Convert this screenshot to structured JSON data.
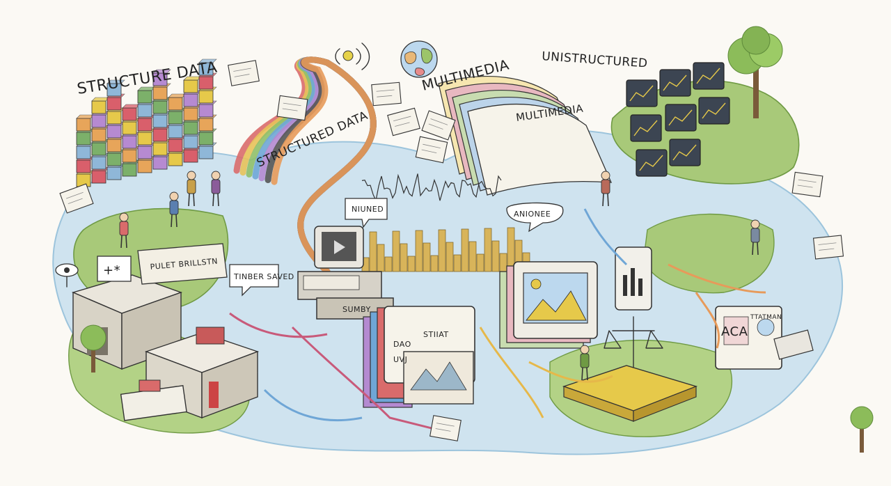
{
  "labels": {
    "structure_data": "STRUCTURE DATA",
    "structured_data": "STRUCTURED DATA",
    "multimedia_top": "MULTIMEDIA",
    "multimedia_page": "MULTIMEDIA",
    "unistructured": "UNISTRUCTURED",
    "niuned": "NIUNED",
    "aniosee": "ANIONEE",
    "tinber_saved": "TINBER SAVED",
    "pulet_brillstn": "PULET BRILLSTN",
    "sumby": "SUMBY",
    "stiiat": "STIIAT",
    "dao": "DAO",
    "uvj": "UVJ",
    "aca": "ACA",
    "ttatman": "TTATMAN",
    "sign_mark": "+*"
  },
  "colors": {
    "water": "#cfe3ef",
    "water_dark": "#9cc4dc",
    "grass": "#9fc46b",
    "grass_dark": "#6f9a44",
    "ink": "#333333",
    "paper": "#f6f3ea",
    "city": "#d8b45a",
    "cube_palette": [
      "#e6c94a",
      "#d95f6b",
      "#8fb7d8",
      "#7cb06a",
      "#e7a55a",
      "#b68ad1"
    ],
    "ribbon_palette": [
      "#d96b6b",
      "#e7c25a",
      "#8fbf6a",
      "#6fa6d6",
      "#b48ad1",
      "#555555",
      "#e79a5a"
    ]
  }
}
